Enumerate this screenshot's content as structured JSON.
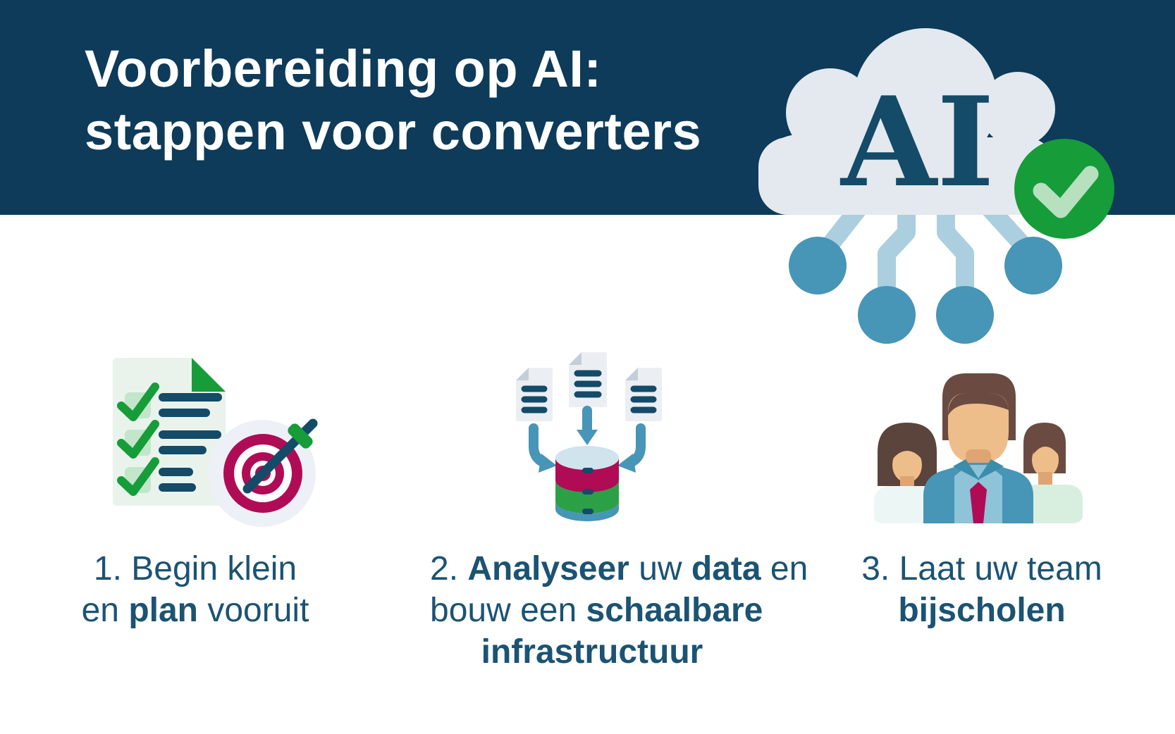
{
  "palette": {
    "navy-bg": "#0d3b59",
    "ink": "#134b68",
    "caption-ink": "#1b5373",
    "cloud": "#e4e9ef",
    "trace": "#abcfdf",
    "teal": "#4795b7",
    "teal-light": "#8fc3d8",
    "teal-dark": "#3c8cab",
    "green": "#169c39",
    "check-light": "#b7e0bf",
    "checkbox": "#c3e6cb",
    "paper-green": "#e9f3ec",
    "magenta": "#b00c55",
    "halo": "#edf1f7",
    "paper-gray": "#ebeef3",
    "fold-gray": "#c4ced8",
    "db-top": "#cfe4ec",
    "db-green": "#2ba047",
    "tan": "#eebe8a",
    "tan-dark": "#dfa474",
    "hair": "#6b4b41",
    "hair-woman": "#5a443c",
    "shirt-woman": "#ecf6f5",
    "shirt-green": "#d8efdf"
  },
  "header": {
    "title_line1": "Voorbereiding op AI:",
    "title_line2": "stappen voor converters"
  },
  "hero": {
    "ai_label": "AI",
    "icons": [
      "ai-cloud-icon",
      "check-badge-icon",
      "circuit-nodes-icon"
    ]
  },
  "steps": [
    {
      "icon": "checklist-target-icon",
      "lines": [
        [
          {
            "text": "1. Begin klein",
            "bold": false
          }
        ],
        [
          {
            "text": "en ",
            "bold": false
          },
          {
            "text": "plan",
            "bold": true
          },
          {
            "text": " vooruit",
            "bold": false
          }
        ]
      ]
    },
    {
      "icon": "documents-database-icon",
      "lines": [
        [
          {
            "text": "2. ",
            "bold": false
          },
          {
            "text": "Analyseer",
            "bold": true
          },
          {
            "text": " uw ",
            "bold": false
          },
          {
            "text": "data",
            "bold": true
          },
          {
            "text": " en",
            "bold": false
          }
        ],
        [
          {
            "text": "bouw een ",
            "bold": false
          },
          {
            "text": "schaalbare",
            "bold": true
          }
        ],
        [
          {
            "text": "infrastructuur",
            "bold": true
          }
        ]
      ]
    },
    {
      "icon": "team-icon",
      "lines": [
        [
          {
            "text": "3. Laat uw team",
            "bold": false
          }
        ],
        [
          {
            "text": "bijscholen",
            "bold": true
          }
        ]
      ]
    }
  ]
}
